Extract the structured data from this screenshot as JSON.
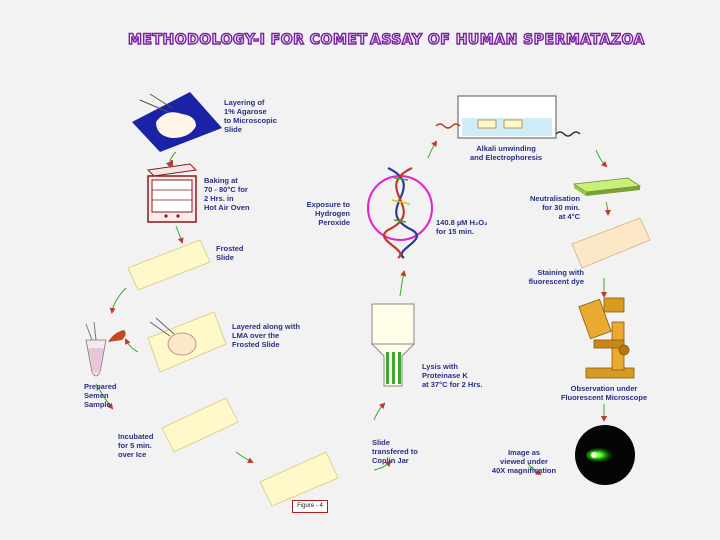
{
  "title": {
    "part1": "METHODOLOGY-I FOR COMET",
    "part2": "ASSAY OF HUMAN SPERMATAZOA"
  },
  "steps": [
    {
      "key": "layering",
      "text": "Layering of\n1% Agarose\nto Microscopic\nSlide"
    },
    {
      "key": "baking",
      "text": "Baking at\n70 - 80°C for\n2 Hrs. in\nHot Air Oven"
    },
    {
      "key": "frosted",
      "text": "Frosted\nSlide"
    },
    {
      "key": "layered_lma",
      "text": "Layered along with\nLMA over the\nFrosted Slide"
    },
    {
      "key": "semen",
      "text": "Prepared\nSemen\nSample"
    },
    {
      "key": "incubated",
      "text": "Incubated\nfor 5 min.\nover Ice"
    },
    {
      "key": "coplin",
      "text": "Slide\ntransfered to\nCoplin Jar"
    },
    {
      "key": "lysis",
      "text": "Lysis with\nProteinase K\nat 37°C for 2 Hrs."
    },
    {
      "key": "exposure",
      "text": "Exposure to\nHydrogen\nPeroxide"
    },
    {
      "key": "h2o2",
      "text": "140.8 µM H₂O₂\nfor 15 min."
    },
    {
      "key": "alkali",
      "text": "Alkali unwinding\nand Electrophoresis"
    },
    {
      "key": "neutral",
      "text": "Neutralisation\nfor 30 min.\nat 4°C"
    },
    {
      "key": "staining",
      "text": "Staining with\nfluorescent dye"
    },
    {
      "key": "observation",
      "text": "Observation under\nFluorescent Microscope"
    },
    {
      "key": "image",
      "text": "Image as\nviewed under\n40X magnification"
    }
  ],
  "figure_label": "Figure - 4",
  "colors": {
    "label_text": "#2a2e86",
    "title_outline": "#7a1fa6",
    "arrow": "#3aa832",
    "arrow_head": "#c0392b",
    "slide_fill": "#fff8c8",
    "gel_fill": "#1a22a8",
    "dna_ring": "#e020d0",
    "comet": "#39ff14"
  },
  "icons": [
    "agarose-slide-icon",
    "hot-air-oven-icon",
    "frosted-slide-icon",
    "lma-slide-icon",
    "semen-tube-icon",
    "incubated-slide-icon",
    "coplin-slide-icon",
    "coplin-jar-icon",
    "dna-helix-icon",
    "electrophoresis-tank-icon",
    "neutralisation-tray-icon",
    "stained-slide-icon",
    "fluorescent-microscope-icon",
    "comet-image-icon"
  ]
}
